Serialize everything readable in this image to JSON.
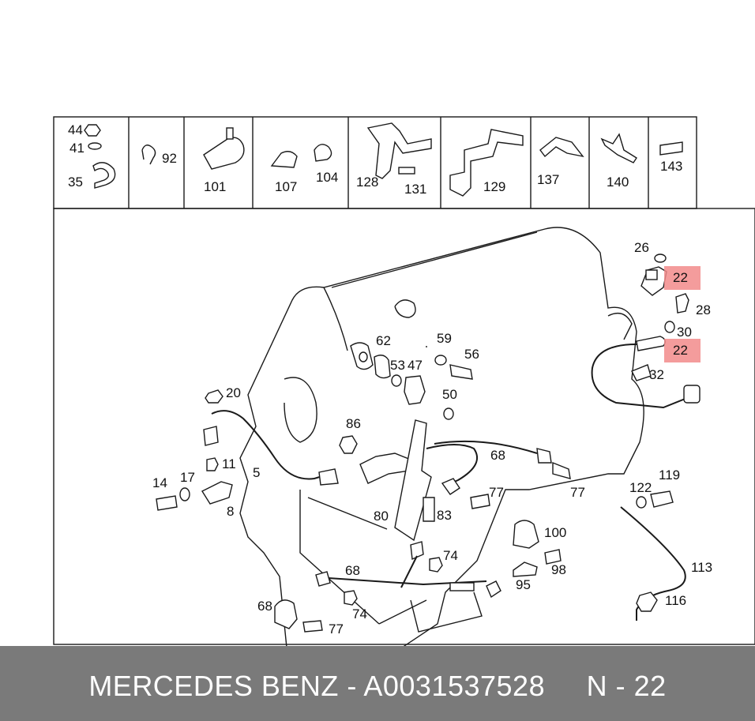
{
  "colors": {
    "highlight": "#f28b8b",
    "footer_bg": "#7a7a7a",
    "footer_text": "#ffffff"
  },
  "footer": {
    "brand": "MERCEDES BENZ",
    "separator": " - ",
    "part_number": "A0031537528",
    "position_code": "N - 22"
  },
  "top_strip": {
    "cells": [
      {
        "labels": [
          "44",
          "41",
          "35"
        ]
      },
      {
        "labels": [
          "92"
        ]
      },
      {
        "labels": [
          "101"
        ]
      },
      {
        "labels": [
          "107",
          "104"
        ]
      },
      {
        "labels": [
          "128",
          "131"
        ]
      },
      {
        "labels": [
          "129"
        ]
      },
      {
        "labels": [
          "137"
        ]
      },
      {
        "labels": [
          "140"
        ]
      },
      {
        "labels": [
          "143"
        ]
      }
    ]
  },
  "callouts": {
    "n26": "26",
    "n22a": "22",
    "n28": "28",
    "n30": "30",
    "n22b": "22",
    "n32": "32",
    "n62": "62",
    "n59": "59",
    "n53": "53",
    "n47": "47",
    "n56": "56",
    "n50": "50",
    "n20": "20",
    "n86": "86",
    "n68a": "68",
    "n11": "11",
    "n5": "5",
    "n14": "14",
    "n17": "17",
    "n8": "8",
    "n77a": "77",
    "n77b": "77",
    "n80": "80",
    "n83": "83",
    "n122": "122",
    "n119": "119",
    "n100": "100",
    "n98": "98",
    "n95": "95",
    "n74a": "74",
    "n68b": "68",
    "n74b": "74",
    "n68c": "68",
    "n77c": "77",
    "n113": "113",
    "n116": "116"
  },
  "highlighted": [
    "n22a",
    "n22b"
  ]
}
